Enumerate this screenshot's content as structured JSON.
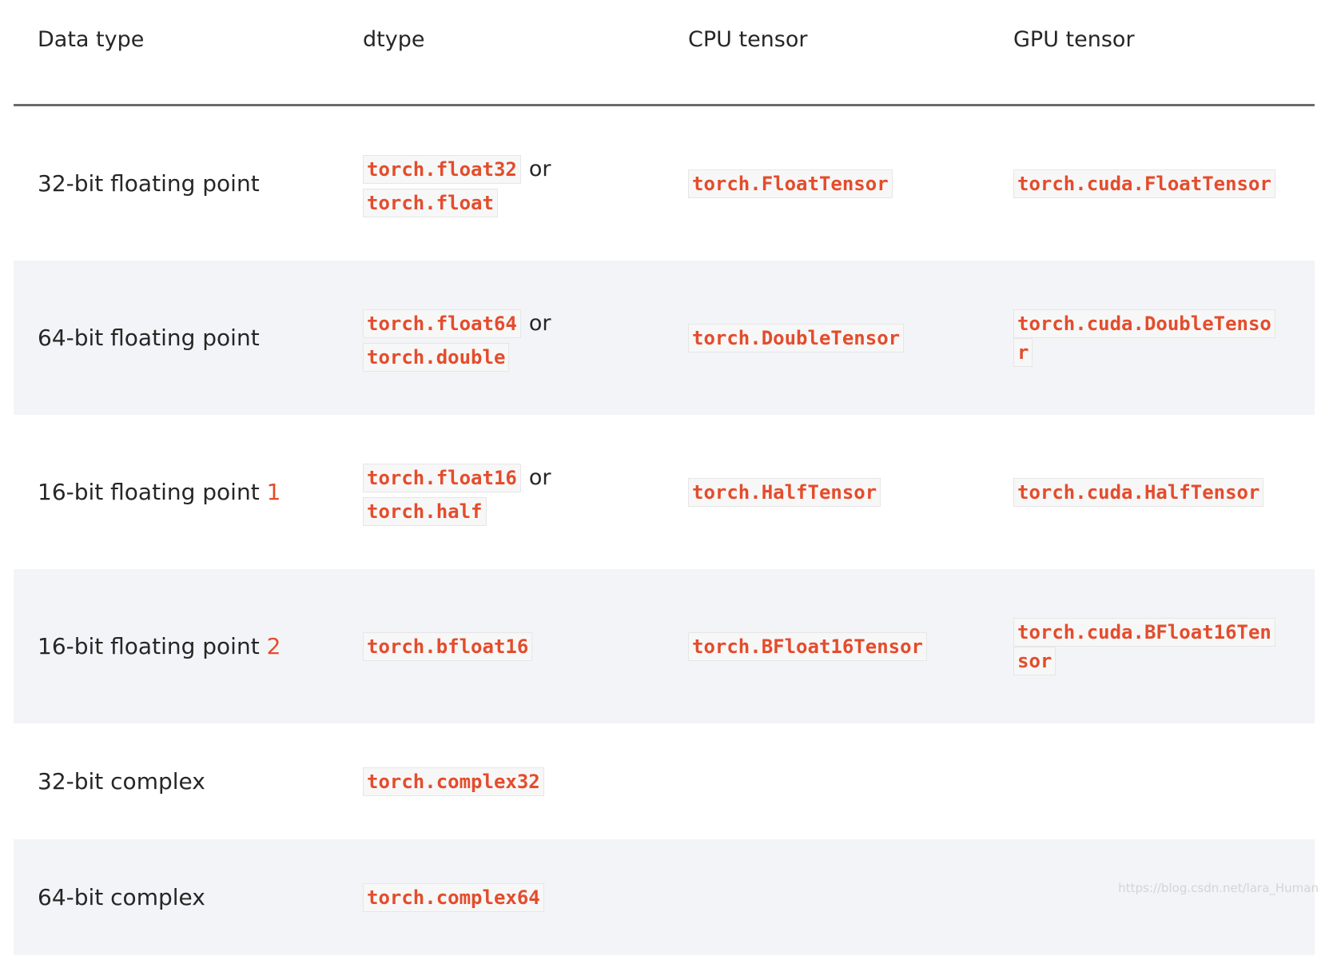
{
  "headers": {
    "data_type": "Data type",
    "dtype": "dtype",
    "cpu": "CPU tensor",
    "gpu": "GPU tensor"
  },
  "rows": [
    {
      "label": "32-bit floating point",
      "footnote": "",
      "dtype_1": "torch.float32",
      "or": "or",
      "dtype_2": "torch.float",
      "cpu": "torch.FloatTensor",
      "gpu_1": "torch.cuda.FloatTensor",
      "gpu_2": ""
    },
    {
      "label": "64-bit floating point",
      "footnote": "",
      "dtype_1": "torch.float64",
      "or": "or",
      "dtype_2": "torch.double",
      "cpu": "torch.DoubleTensor",
      "gpu_1": "torch.cuda.DoubleTenso",
      "gpu_2": "r"
    },
    {
      "label": "16-bit floating point",
      "footnote": "1",
      "dtype_1": "torch.float16",
      "or": "or",
      "dtype_2": "torch.half",
      "cpu": "torch.HalfTensor",
      "gpu_1": "torch.cuda.HalfTensor",
      "gpu_2": ""
    },
    {
      "label": "16-bit floating point",
      "footnote": "2",
      "dtype_1": "torch.bfloat16",
      "or": "",
      "dtype_2": "",
      "cpu": "torch.BFloat16Tensor",
      "gpu_1": "torch.cuda.BFloat16Ten",
      "gpu_2": "sor"
    },
    {
      "label": "32-bit complex",
      "footnote": "",
      "dtype_1": "torch.complex32",
      "or": "",
      "dtype_2": "",
      "cpu": "",
      "gpu_1": "",
      "gpu_2": ""
    },
    {
      "label": "64-bit complex",
      "footnote": "",
      "dtype_1": "torch.complex64",
      "or": "",
      "dtype_2": "",
      "cpu": "",
      "gpu_1": "",
      "gpu_2": ""
    }
  ],
  "watermark": "https://blog.csdn.net/lara_Human"
}
